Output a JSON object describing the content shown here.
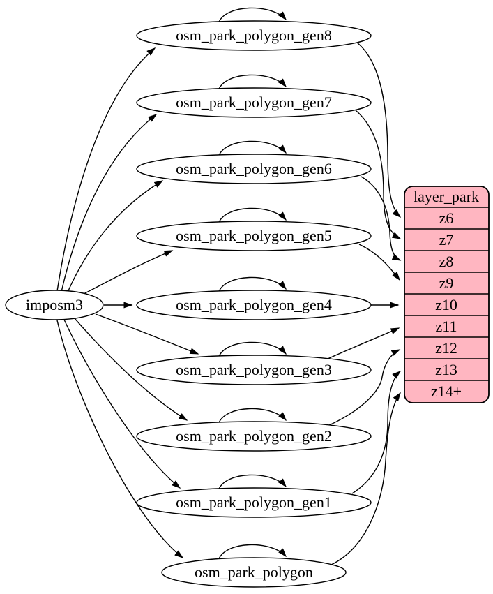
{
  "diagram": {
    "source": {
      "label": "imposm3"
    },
    "tables": [
      {
        "label": "osm_park_polygon_gen8"
      },
      {
        "label": "osm_park_polygon_gen7"
      },
      {
        "label": "osm_park_polygon_gen6"
      },
      {
        "label": "osm_park_polygon_gen5"
      },
      {
        "label": "osm_park_polygon_gen4"
      },
      {
        "label": "osm_park_polygon_gen3"
      },
      {
        "label": "osm_park_polygon_gen2"
      },
      {
        "label": "osm_park_polygon_gen1"
      },
      {
        "label": "osm_park_polygon"
      }
    ],
    "layer_table": {
      "header": "layer_park",
      "rows": [
        "z6",
        "z7",
        "z8",
        "z9",
        "z10",
        "z11",
        "z12",
        "z13",
        "z14+"
      ]
    },
    "edges": {
      "from_source_to": [
        "osm_park_polygon_gen8",
        "osm_park_polygon_gen7",
        "osm_park_polygon_gen6",
        "osm_park_polygon_gen5",
        "osm_park_polygon_gen4",
        "osm_park_polygon_gen3",
        "osm_park_polygon_gen2",
        "osm_park_polygon_gen1",
        "osm_park_polygon"
      ],
      "self_loops_on": [
        "osm_park_polygon_gen8",
        "osm_park_polygon_gen7",
        "osm_park_polygon_gen6",
        "osm_park_polygon_gen5",
        "osm_park_polygon_gen4",
        "osm_park_polygon_gen3",
        "osm_park_polygon_gen2",
        "osm_park_polygon_gen1",
        "osm_park_polygon"
      ],
      "table_to_row": [
        {
          "from": "osm_park_polygon_gen8",
          "to": "z6"
        },
        {
          "from": "osm_park_polygon_gen7",
          "to": "z7"
        },
        {
          "from": "osm_park_polygon_gen6",
          "to": "z8"
        },
        {
          "from": "osm_park_polygon_gen5",
          "to": "z9"
        },
        {
          "from": "osm_park_polygon_gen4",
          "to": "z10"
        },
        {
          "from": "osm_park_polygon_gen3",
          "to": "z11"
        },
        {
          "from": "osm_park_polygon_gen2",
          "to": "z12"
        },
        {
          "from": "osm_park_polygon_gen1",
          "to": "z13"
        },
        {
          "from": "osm_park_polygon",
          "to": "z14+"
        }
      ]
    },
    "colors": {
      "layer_fill": "#FFB6C1",
      "node_fill": "#FFFFFF",
      "stroke": "#000000"
    }
  }
}
